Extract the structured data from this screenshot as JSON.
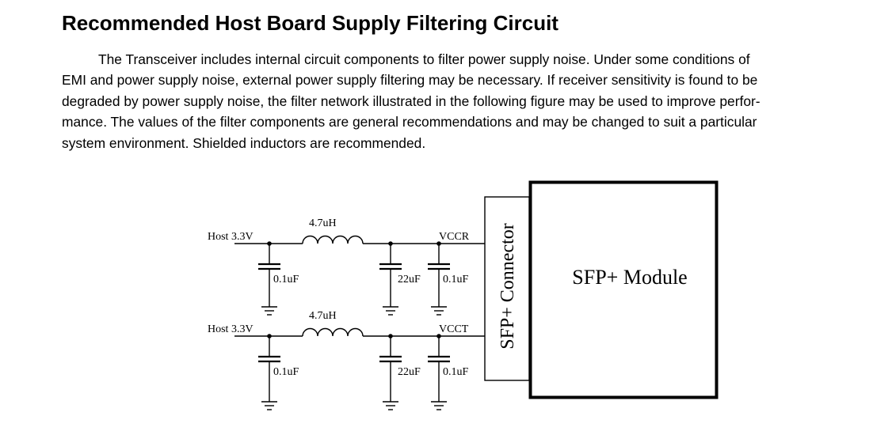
{
  "title": "Recommended Host Board Supply Filtering Circuit",
  "paragraph": [
    "The Transceiver includes internal circuit components to filter power supply noise. Under some conditions of",
    "EMI and power supply noise, external power supply filtering may be necessary. If receiver sensitivity is found to be",
    "degraded by power supply noise, the filter network illustrated in the following figure may be used to improve perfor-",
    "mance. The values of the filter components are general recommendations and may be changed to suit a particular",
    "system environment. Shielded inductors are recommended."
  ],
  "diagram": {
    "rails": [
      {
        "host_label": "Host 3.3V",
        "inductor_label": "4.7uH",
        "rail_label": "VCCR",
        "cap_input": "0.1uF",
        "cap_bulk": "22uF",
        "cap_output": "0.1uF"
      },
      {
        "host_label": "Host 3.3V",
        "inductor_label": "4.7uH",
        "rail_label": "VCCT",
        "cap_input": "0.1uF",
        "cap_bulk": "22uF",
        "cap_output": "0.1uF"
      }
    ],
    "connector_label": "SFP+ Connector",
    "module_label": "SFP+ Module"
  }
}
